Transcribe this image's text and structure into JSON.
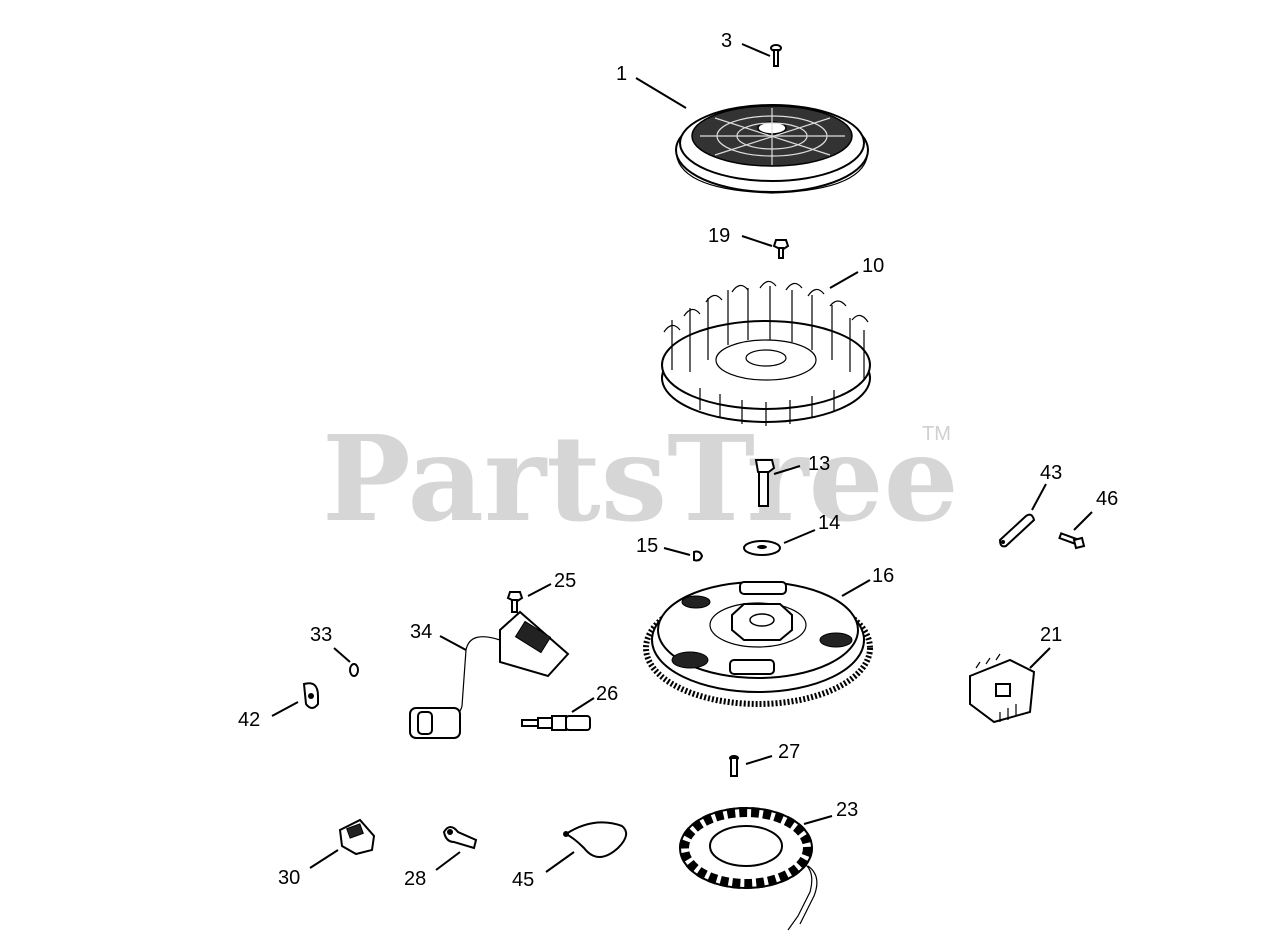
{
  "watermark": {
    "brand": "PartsTree",
    "trademark": "TM"
  },
  "callouts": [
    {
      "id": "c1",
      "label": "1"
    },
    {
      "id": "c3",
      "label": "3"
    },
    {
      "id": "c19",
      "label": "19"
    },
    {
      "id": "c10",
      "label": "10"
    },
    {
      "id": "c13",
      "label": "13"
    },
    {
      "id": "c14",
      "label": "14"
    },
    {
      "id": "c15",
      "label": "15"
    },
    {
      "id": "c16",
      "label": "16"
    },
    {
      "id": "c43",
      "label": "43"
    },
    {
      "id": "c46",
      "label": "46"
    },
    {
      "id": "c25",
      "label": "25"
    },
    {
      "id": "c33",
      "label": "33"
    },
    {
      "id": "c34",
      "label": "34"
    },
    {
      "id": "c21",
      "label": "21"
    },
    {
      "id": "c42",
      "label": "42"
    },
    {
      "id": "c26",
      "label": "26"
    },
    {
      "id": "c27",
      "label": "27"
    },
    {
      "id": "c23",
      "label": "23"
    },
    {
      "id": "c30",
      "label": "30"
    },
    {
      "id": "c28",
      "label": "28"
    },
    {
      "id": "c45",
      "label": "45"
    }
  ]
}
